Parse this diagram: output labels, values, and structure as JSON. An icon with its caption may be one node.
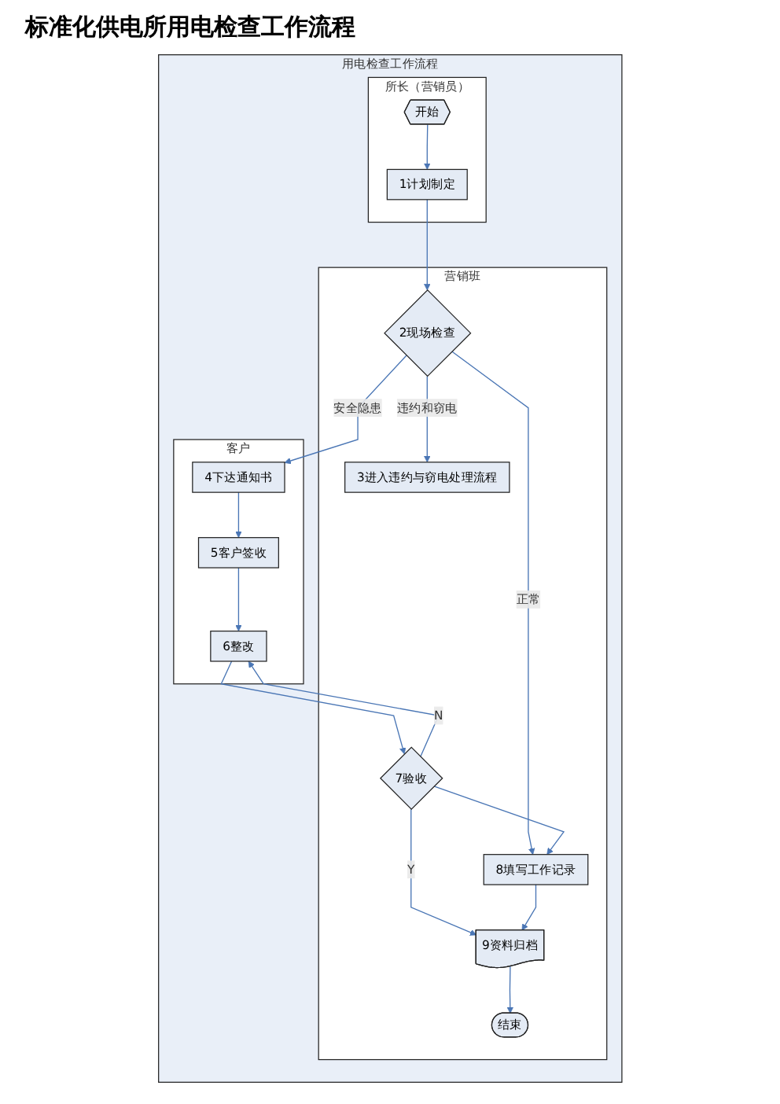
{
  "diagram": {
    "title": "标准化供电所用电检查工作流程",
    "nodes": [
      {
        "text": [
          "用电检查工作流程"
        ]
      },
      {
        "text": [
          "所长（营销员）"
        ],
        "in": 0
      },
      {
        "text": [
          "营销班"
        ],
        "in": 0
      },
      {
        "text": [
          "客户"
        ],
        "in": 0
      },
      {
        "text": [
          "开始"
        ],
        "in": 1
      },
      {
        "text": [
          "3进入违约与窃电处理流程"
        ],
        "in": 2
      },
      {
        "text": [
          "1计划制定"
        ],
        "in": 1
      },
      {
        "text": [
          "2现场检查"
        ],
        "in": 2
      },
      {
        "text": [
          "4下达通知书"
        ],
        "in": 3
      },
      {
        "text": [
          "5客户签收"
        ],
        "in": 3
      },
      {
        "text": [
          "8填写工作记录"
        ],
        "in": 2
      },
      {
        "text": [
          "6整改"
        ],
        "in": 3
      },
      {
        "text": [
          "7验收"
        ],
        "in": 2
      },
      {
        "text": [
          "9资料归档"
        ],
        "in": 2
      },
      {
        "text": [
          "结束"
        ],
        "in": 2
      }
    ],
    "edges": [
      {
        "from": 4,
        "to": 6,
        "arrow": "to"
      },
      {
        "from": 6,
        "to": 7,
        "arrow": "to"
      },
      {
        "from": 7,
        "to": 5,
        "arrow": "to",
        "label": "违约和窃电"
      },
      {
        "from": 7,
        "to": 8,
        "arrow": "to",
        "label": "安全隐患"
      },
      {
        "from": 7,
        "to": 10,
        "arrow": "to",
        "label": "正常"
      },
      {
        "from": 8,
        "to": 9,
        "arrow": "to"
      },
      {
        "from": 9,
        "to": 11,
        "arrow": "to"
      },
      {
        "from": 11,
        "to": 12,
        "arrow": "to"
      },
      {
        "from": 12,
        "to": 11,
        "arrow": "to",
        "label": "N"
      },
      {
        "from": 12,
        "to": 10,
        "arrow": "to"
      },
      {
        "from": 12,
        "to": 13,
        "arrow": "to",
        "label": "Y"
      },
      {
        "from": 10,
        "to": 13,
        "arrow": "to"
      },
      {
        "from": 13,
        "to": 14,
        "arrow": "to"
      }
    ]
  }
}
